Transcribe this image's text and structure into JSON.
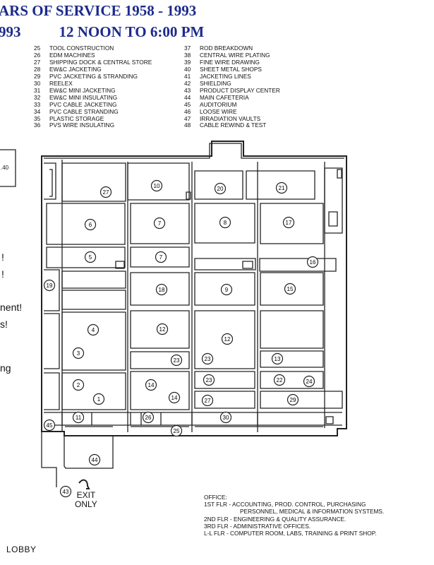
{
  "header": {
    "line1": "ARS OF SERVICE 1958 - 1993",
    "line2_left": "993",
    "line2_right": "12 NOON TO 6:00 PM"
  },
  "legend": [
    {
      "num": "25",
      "label": "TOOL CONSTRUCTION"
    },
    {
      "num": "26",
      "label": "EDM MACHINES"
    },
    {
      "num": "27",
      "label": "SHIPPING DOCK & CENTRAL STORE"
    },
    {
      "num": "28",
      "label": "EW&C JACKETING"
    },
    {
      "num": "29",
      "label": "PVC JACKETING & STRANDING"
    },
    {
      "num": "30",
      "label": "REELEX"
    },
    {
      "num": "31",
      "label": "EW&C MINI JACKETING"
    },
    {
      "num": "32",
      "label": "EW&C MINI INSULATING"
    },
    {
      "num": "33",
      "label": "PVC CABLE JACKETING"
    },
    {
      "num": "34",
      "label": "PVC CABLE STRANDING"
    },
    {
      "num": "35",
      "label": "PLASTIC STORAGE"
    },
    {
      "num": "36",
      "label": "PVS WIRE INSULATING"
    },
    {
      "num": "37",
      "label": "ROD BREAKDOWN"
    },
    {
      "num": "38",
      "label": "CENTRAL WIRE PLATING"
    },
    {
      "num": "39",
      "label": "FINE WIRE DRAWING"
    },
    {
      "num": "40",
      "label": "SHEET METAL SHOPS"
    },
    {
      "num": "41",
      "label": "JACKETING LINES"
    },
    {
      "num": "42",
      "label": "SHIELDING"
    },
    {
      "num": "43",
      "label": "PRODUCT DISPLAY CENTER"
    },
    {
      "num": "44",
      "label": "MAIN CAFETERIA"
    },
    {
      "num": "45",
      "label": "AUDITORIUM"
    },
    {
      "num": "46",
      "label": "LOOSE WIRE"
    },
    {
      "num": "47",
      "label": "IRRADIATION VAULTS"
    },
    {
      "num": "48",
      "label": "CABLE REWIND & TEST"
    }
  ],
  "side_box_label": ".40",
  "side_text": [
    "!",
    "!",
    "nent!",
    "s!",
    "ng"
  ],
  "plan_markers": [
    "27",
    "10",
    "20",
    "21",
    "6",
    "7",
    "8",
    "17",
    "5",
    "7",
    "16",
    "19",
    "18",
    "9",
    "15",
    "4",
    "12",
    "12",
    "3",
    "23",
    "23",
    "13",
    "2",
    "1",
    "14",
    "14",
    "23",
    "22",
    "24",
    "27",
    "29",
    "11",
    "26",
    "30",
    "45",
    "25",
    "44",
    "43"
  ],
  "exit": {
    "line1": "EXIT",
    "line2": "ONLY"
  },
  "office": {
    "title": "OFFICE:",
    "lines": [
      "1ST FLR - ACCOUNTING, PROD. CONTROL, PURCHASING",
      "PERSONNEL, MEDICAL & INFORMATION SYSTEMS.",
      "2ND FLR - ENGINEERING & QUALITY ASSURANCE.",
      "3RD FLR - ADMINISTRATIVE OFFICES.",
      "L-L FLR - COMPUTER ROOM, LABS, TRAINING & PRINT SHOP."
    ]
  },
  "lobby": "LOBBY"
}
